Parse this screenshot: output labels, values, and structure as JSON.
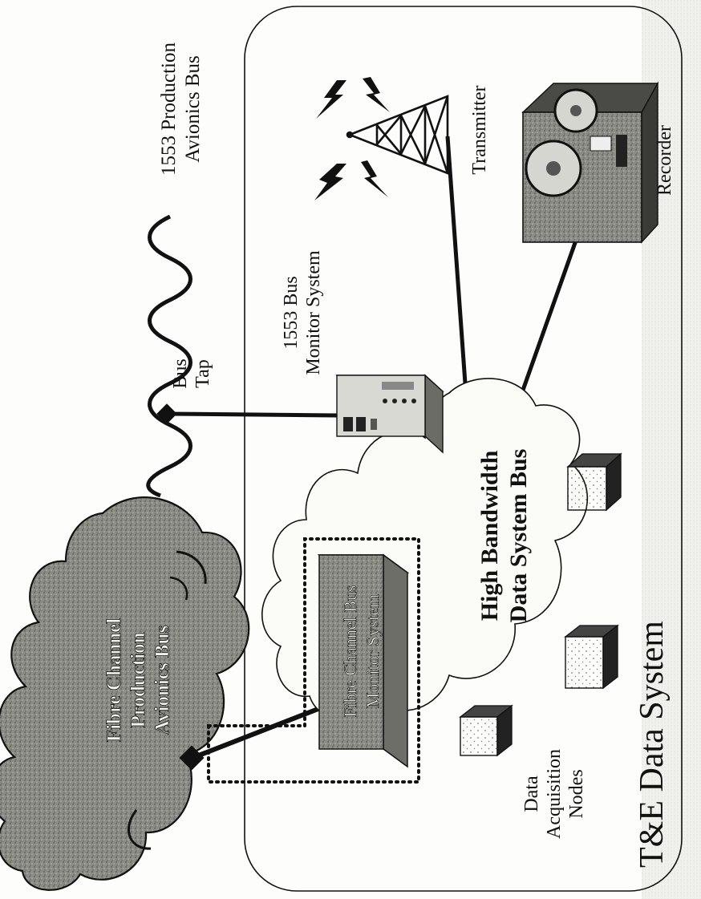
{
  "labels": {
    "avionics_bus_line1": "1553 Production",
    "avionics_bus_line2": "Avionics Bus",
    "bus_tap_line1": "Bus",
    "bus_tap_line2": "Tap",
    "bus_monitor_line1": "1553 Bus",
    "bus_monitor_line2": "Monitor System",
    "transmitter": "Transmitter",
    "recorder": "Recorder",
    "hb_bus_line1": "High Bandwidth",
    "hb_bus_line2": "Data System Bus",
    "fc_monitor_line1": "Fibre Channel Bus",
    "fc_monitor_line2": "Monitor System",
    "fc_bus_line1": "Fibre Channel",
    "fc_bus_line2": "Production",
    "fc_bus_line3": "Avionics Bus",
    "daq_line1": "Data",
    "daq_line2": "Acquisition",
    "daq_line3": "Nodes",
    "system_title": "T&E Data System"
  },
  "colors": {
    "ink": "#111111",
    "fc_cloud": "#8a8a84",
    "box_fill": "#9a9a92",
    "page": "#fdfdfb"
  }
}
